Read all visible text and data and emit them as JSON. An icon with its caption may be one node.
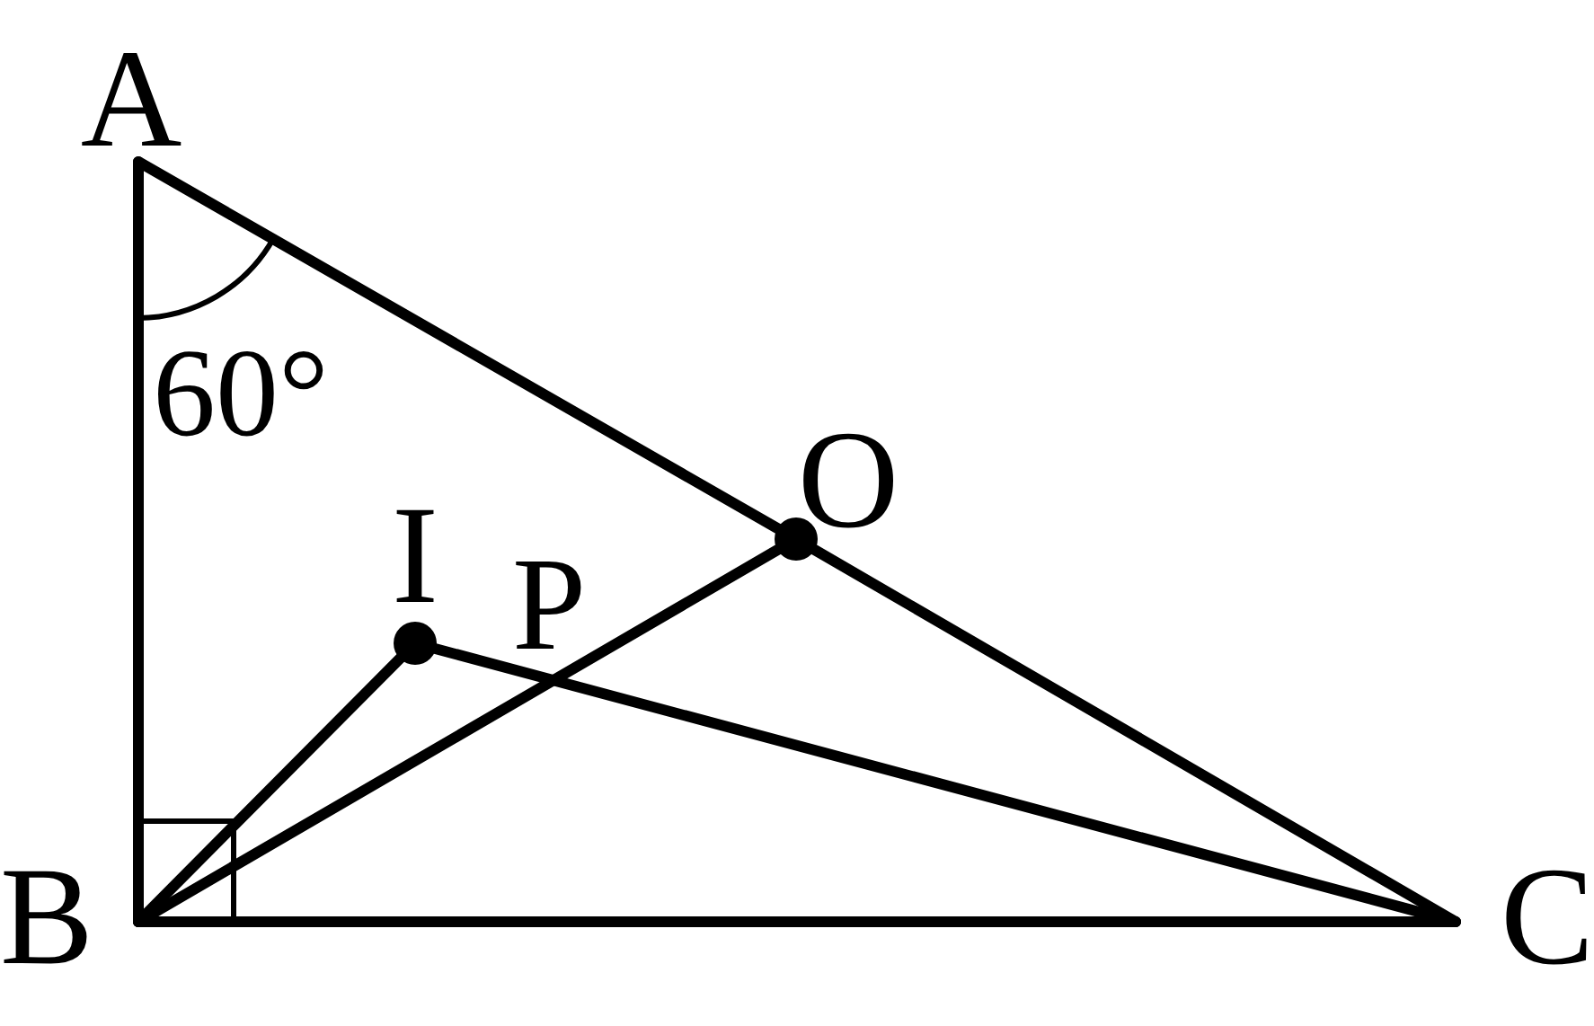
{
  "diagram": {
    "nodes": [
      {
        "text": [
          "A"
        ]
      },
      {
        "text": [
          "B"
        ]
      },
      {
        "text": [
          "C"
        ]
      },
      {
        "text": [
          "O"
        ]
      },
      {
        "text": [
          "I"
        ]
      }
    ],
    "edges": [
      {
        "from": 0,
        "to": 1,
        "arrow": "none"
      },
      {
        "from": 1,
        "to": 2,
        "arrow": "none"
      },
      {
        "from": 0,
        "to": 3,
        "arrow": "none"
      },
      {
        "from": 3,
        "to": 2,
        "arrow": "none"
      },
      {
        "from": 1,
        "to": 3,
        "arrow": "none"
      },
      {
        "from": 1,
        "to": 4,
        "arrow": "none"
      },
      {
        "from": 4,
        "to": 2,
        "arrow": "none"
      }
    ],
    "labels": [
      "60°",
      "P"
    ]
  }
}
